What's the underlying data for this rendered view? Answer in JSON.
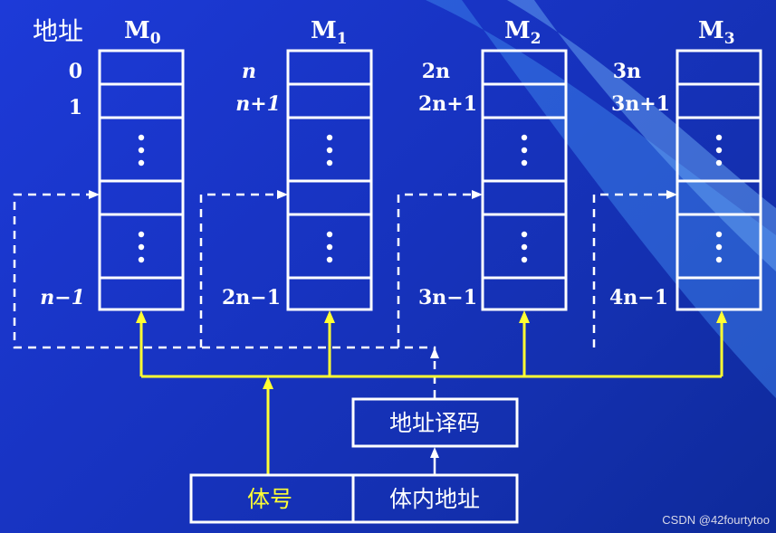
{
  "header": {
    "address_label": "地址"
  },
  "modules": [
    {
      "name": "M",
      "sub": "0",
      "addrs": {
        "first": "0",
        "second": "1",
        "last": "n−1"
      }
    },
    {
      "name": "M",
      "sub": "1",
      "addrs": {
        "first": "n",
        "second": "n+1",
        "last": "2n−1"
      }
    },
    {
      "name": "M",
      "sub": "2",
      "addrs": {
        "first": "2n",
        "second": "2n+1",
        "last": "3n−1"
      }
    },
    {
      "name": "M",
      "sub": "3",
      "addrs": {
        "first": "3n",
        "second": "3n+1",
        "last": "4n−1"
      }
    }
  ],
  "decoder": {
    "label": "地址译码"
  },
  "address_register": {
    "bank_number": "体号",
    "in_bank_address": "体内地址"
  },
  "watermark": "CSDN @42fourtytoo",
  "colors": {
    "background": "#1733c0",
    "yellow": "#ffff33",
    "white": "#ffffff",
    "light_blue": "#3f8cf0"
  }
}
